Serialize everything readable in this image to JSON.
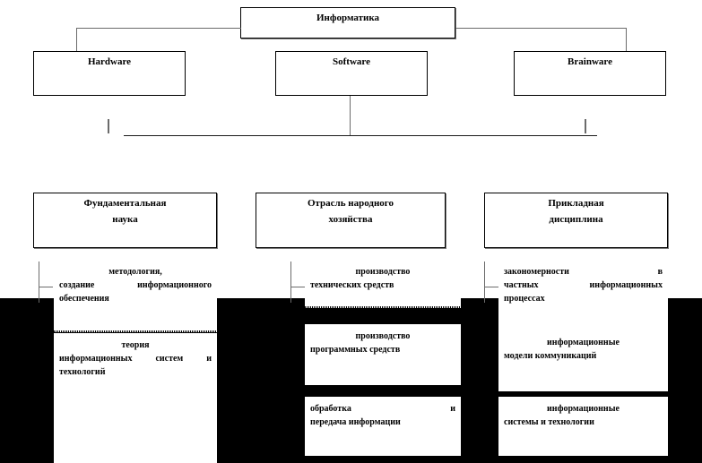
{
  "diagram": {
    "type": "hierarchy-tree",
    "title": "Информатика",
    "root": {
      "label": "Информатика"
    },
    "level2": [
      {
        "label": "Hardware"
      },
      {
        "label": "Software"
      },
      {
        "label": "Brainware"
      }
    ],
    "level3": [
      {
        "line1": "Фундаментальная",
        "line2": "наука"
      },
      {
        "line1": "Отрасль народного",
        "line2": "хозяйства"
      },
      {
        "line1": "Прикладная",
        "line2": "дисциплина"
      }
    ],
    "leaves": {
      "col1": [
        {
          "line1": "методология,",
          "line2": "создание  информационного",
          "line3": "обеспечения"
        },
        {
          "line1": "теория",
          "line2": "информационных  систем  и",
          "line3": "технологий"
        }
      ],
      "col2": [
        {
          "line1": "производство",
          "line2": "технических  средств",
          "line3": ""
        },
        {
          "line1": "производство",
          "line2": "программных средств",
          "line3": ""
        },
        {
          "line1": "обработка                  и",
          "line2": "передача информации",
          "line3": ""
        }
      ],
      "col3": [
        {
          "line1": "закономерности         в",
          "line2": "частных      информационных",
          "line3": "процессах"
        },
        {
          "line1": "информационные",
          "line2": "модели коммуникаций",
          "line3": ""
        },
        {
          "line1": "информационные",
          "line2": "системы и технологии",
          "line3": ""
        }
      ]
    },
    "colors": {
      "background": "#ffffff",
      "lower_backdrop": "#000000",
      "box_fill": "#ffffff",
      "box_border": "#000000",
      "connector": "#6b6b6b",
      "text": "#000000"
    }
  }
}
